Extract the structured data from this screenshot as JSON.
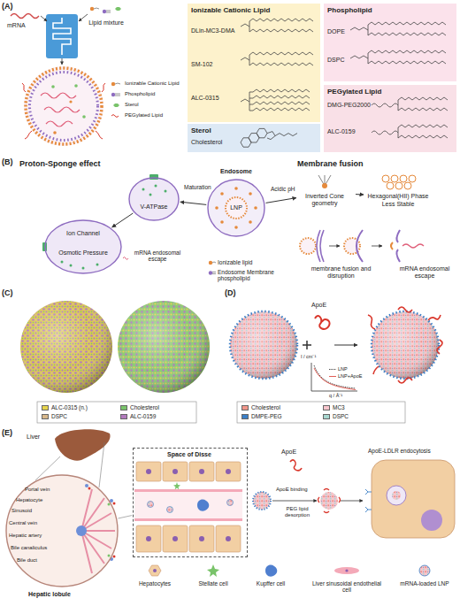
{
  "diagram": {
    "nodes": [
      {
        "text": [
          "Ionizable Cationic Lipid",
          "DLin-MC3-DMA",
          "SM-102",
          "ALC-0315"
        ]
      },
      {
        "text": [
          "Phospholipid",
          "DOPE",
          "DSPC"
        ]
      },
      {
        "text": [
          "PEGylated Lipid",
          "DMG-PEG2000",
          "ALC-0159"
        ]
      },
      {
        "text": [
          "Sterol",
          "Cholesterol"
        ]
      },
      {
        "text": [
          "V-ATPase"
        ]
      },
      {
        "text": [
          "Ion Channel",
          "Osmotic Pressure"
        ]
      },
      {
        "text": [
          "Endosome",
          "LNP"
        ]
      },
      {
        "text": [
          "Inverted Cone geometry"
        ]
      },
      {
        "text": [
          "Hexagonal(HII) Phase",
          "Less Stable"
        ]
      },
      {
        "text": [
          "Portal vein",
          "Hepatocyte",
          "Sinusoid",
          "Central vein",
          "Hepatic artery",
          "Bile canaliculus",
          "Bile duct",
          "Hepatic lobule"
        ]
      },
      {
        "text": [
          "Space of Disse"
        ]
      }
    ],
    "edges": [
      {
        "from": 6,
        "to": 4,
        "label": "Maturation",
        "arrow": "to"
      },
      {
        "from": 4,
        "to": 5,
        "arrow": "to"
      },
      {
        "from": 6,
        "to": 7,
        "label": "Acidic pH",
        "arrow": "to"
      },
      {
        "from": 7,
        "to": 8,
        "arrow": "to"
      },
      {
        "from": 9,
        "to": 10,
        "arrow": "none"
      }
    ],
    "labels": [
      "(A)",
      "mRNA",
      "Lipid mixture",
      "(B)",
      "Proton-Sponge effect",
      "mRNA endosomal escape",
      "Membrane fusion",
      "membrane fusion and disruption",
      "mRNA endosomal escape",
      "(C)",
      "(D)",
      "ApoE",
      "I / cm⁻¹",
      "q / Å⁻¹",
      "(E)",
      "Liver",
      "ApoE",
      "ApoE binding",
      "PEG lipid desorption",
      "ApoE-LDLR endocytosis"
    ],
    "legend": [
      {
        "text": "Ionizable Cationic Lipid"
      },
      {
        "text": "Phospholipid"
      },
      {
        "text": "Sterol"
      },
      {
        "text": "PEGylated Lipid"
      },
      {
        "text": "Ionizable lipid"
      },
      {
        "text": "Endosome Membrane phospholipid"
      },
      {
        "text": "ALC-0315 (n.)",
        "color": "#e5d34c"
      },
      {
        "text": "Cholesterol",
        "color": "#79c36a"
      },
      {
        "text": "DSPC",
        "color": "#d8b88c"
      },
      {
        "text": "ALC-0159",
        "color": "#b27bbd"
      },
      {
        "text": "Cholesterol",
        "color": "#f0968a"
      },
      {
        "text": "MC3",
        "color": "#f7c5cc"
      },
      {
        "text": "DMPE-PEG",
        "color": "#3b7fc6"
      },
      {
        "text": "DSPC",
        "color": "#a8d8d0"
      },
      {
        "text": "LNP"
      },
      {
        "text": "LNP+ApoE"
      },
      {
        "text": "Hepatocytes"
      },
      {
        "text": "Stellate cell"
      },
      {
        "text": "Kupffer cell"
      },
      {
        "text": "Liver sinusoidal endothelial cell"
      },
      {
        "text": "mRNA-loaded LNP"
      }
    ]
  }
}
